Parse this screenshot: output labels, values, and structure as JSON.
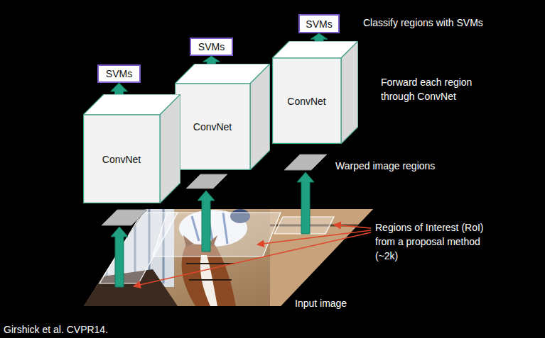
{
  "diagram": {
    "nodes": [
      {
        "text": [
          "SVMs"
        ]
      },
      {
        "text": [
          "SVMs"
        ]
      },
      {
        "text": [
          "SVMs"
        ]
      },
      {
        "text": [
          "ConvNet"
        ]
      },
      {
        "text": [
          "ConvNet"
        ]
      },
      {
        "text": [
          "ConvNet"
        ]
      }
    ],
    "edges": [
      {
        "from": 3,
        "to": 0,
        "arrow": "to"
      },
      {
        "from": 4,
        "to": 1,
        "arrow": "to"
      },
      {
        "from": 5,
        "to": 2,
        "arrow": "to"
      }
    ],
    "labels": [
      "Classify regions with SVMs",
      "Forward each region through ConvNet",
      "Warped image regions",
      "Regions of Interest (RoI) from a proposal method (~2k)",
      "Input image",
      "Girshick et al. CVPR14."
    ]
  }
}
